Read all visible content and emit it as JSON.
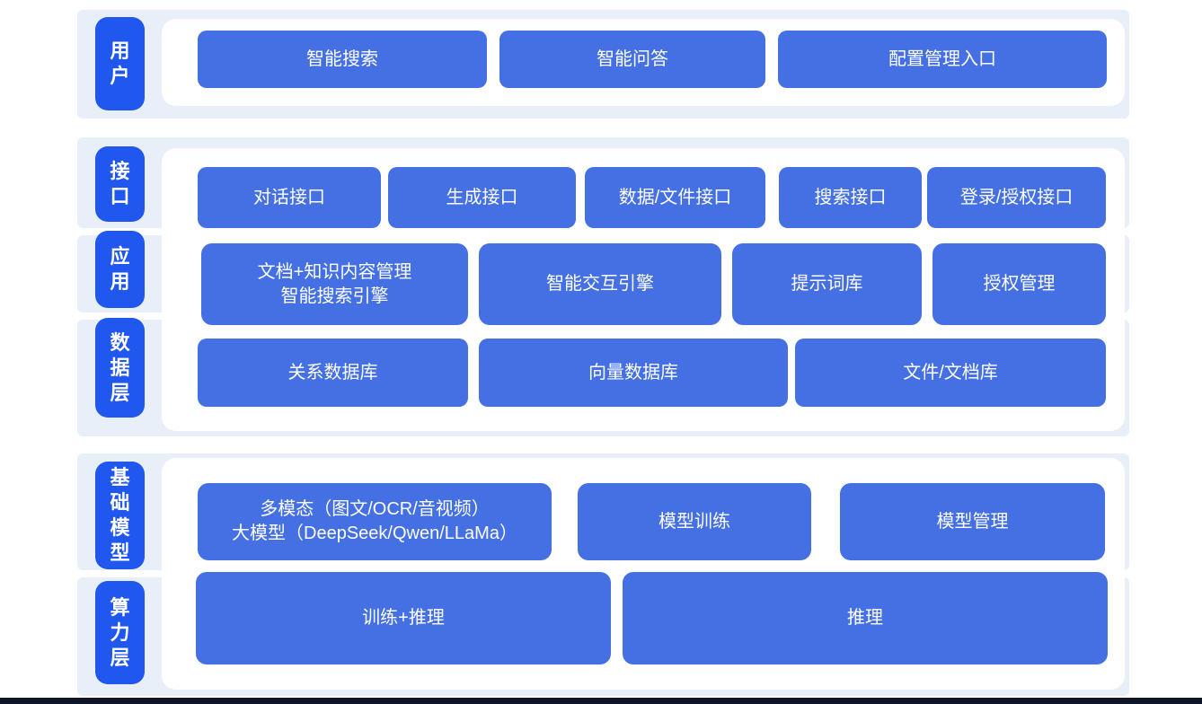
{
  "colors": {
    "tab_blue": "#2057ee",
    "button_blue": "#4470e4",
    "band_bg": "#e9eff8",
    "bottom_bar": "#0e1526"
  },
  "sections": [
    {
      "id": "user-layer",
      "tabs": [
        {
          "id": "user",
          "label": "用户"
        }
      ],
      "rows": [
        {
          "buttons": [
            {
              "id": "smart-search",
              "label": "智能搜索"
            },
            {
              "id": "smart-qa",
              "label": "智能问答"
            },
            {
              "id": "config-entry",
              "label": "配置管理入口"
            }
          ]
        }
      ]
    },
    {
      "id": "middle-layers",
      "tabs": [
        {
          "id": "interface",
          "label": "接口"
        },
        {
          "id": "application",
          "label": "应用"
        },
        {
          "id": "data-layer",
          "label": "数据层"
        }
      ],
      "rows": [
        {
          "buttons": [
            {
              "id": "dialog-api",
              "label": "对话接口"
            },
            {
              "id": "generation-api",
              "label": "生成接口"
            },
            {
              "id": "data-file-api",
              "label": "数据/文件接口"
            },
            {
              "id": "search-api",
              "label": "搜索接口"
            },
            {
              "id": "login-auth-api",
              "label": "登录/授权接口"
            }
          ]
        },
        {
          "buttons": [
            {
              "id": "doc-knowledge-search",
              "lines": [
                "文档+知识内容管理",
                "智能搜索引擎"
              ]
            },
            {
              "id": "interaction-engine",
              "label": "智能交互引擎"
            },
            {
              "id": "prompt-library",
              "label": "提示词库"
            },
            {
              "id": "auth-management",
              "label": "授权管理"
            }
          ]
        },
        {
          "buttons": [
            {
              "id": "relational-db",
              "label": "关系数据库"
            },
            {
              "id": "vector-db",
              "label": "向量数据库"
            },
            {
              "id": "file-doc-store",
              "label": "文件/文档库"
            }
          ]
        }
      ]
    },
    {
      "id": "foundation-layers",
      "tabs": [
        {
          "id": "foundation-model",
          "label": "基础模型"
        },
        {
          "id": "compute-layer",
          "label": "算力层"
        }
      ],
      "rows": [
        {
          "buttons": [
            {
              "id": "multimodal-llm",
              "lines": [
                "多模态（图文/OCR/音视频）",
                "大模型（DeepSeek/Qwen/LLaMa）"
              ]
            },
            {
              "id": "model-training",
              "label": "模型训练"
            },
            {
              "id": "model-management",
              "label": "模型管理"
            }
          ]
        },
        {
          "buttons": [
            {
              "id": "training-inference",
              "label": "训练+推理"
            },
            {
              "id": "inference",
              "label": "推理"
            }
          ]
        }
      ]
    }
  ]
}
